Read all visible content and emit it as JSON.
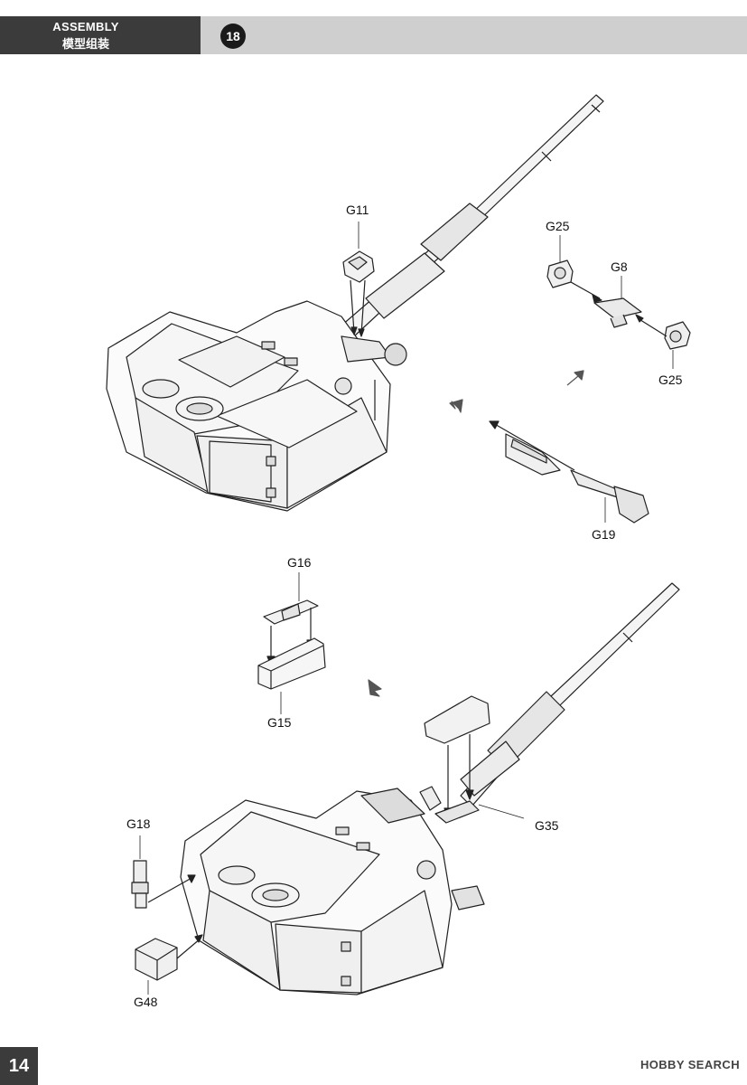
{
  "header": {
    "title": "ASSEMBLY",
    "subtitle": "模型组装",
    "step": "18"
  },
  "parts": {
    "g11": "G11",
    "g25_top": "G25",
    "g8": "G8",
    "g25_bottom": "G25",
    "g19": "G19",
    "g16": "G16",
    "g15": "G15",
    "g35": "G35",
    "g18": "G18",
    "g48": "G48"
  },
  "footer": {
    "page_number": "14",
    "watermark": "HOBBY SEARCH"
  }
}
